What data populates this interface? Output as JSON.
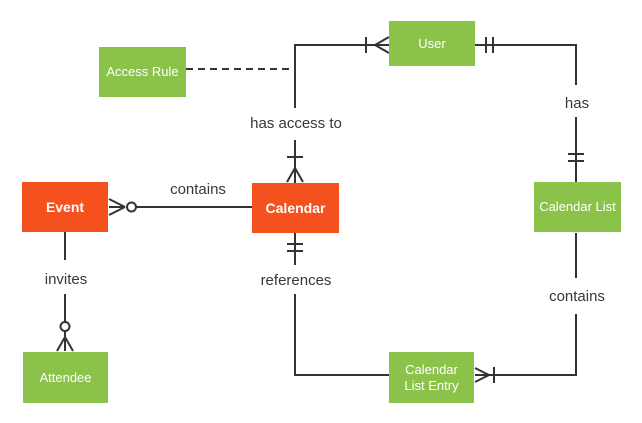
{
  "diagram": {
    "type": "entity-relationship-diagram",
    "notation_style": "crows-foot",
    "background": "#ffffff",
    "colors": {
      "entity_orange": "#F4511E",
      "entity_green": "#8BC34A",
      "entity_text": "#ffffff",
      "connector": "#333333",
      "label_text": "#383838"
    },
    "entities": [
      {
        "label": "Access Rule",
        "color": "green"
      },
      {
        "label": "User",
        "color": "green"
      },
      {
        "label": "Event",
        "color": "orange"
      },
      {
        "label": "Calendar",
        "color": "orange"
      },
      {
        "label": "Calendar List",
        "color": "green"
      },
      {
        "label": "Attendee",
        "color": "green"
      },
      {
        "label": "Calendar List Entry",
        "color": "green"
      }
    ],
    "relationships": [
      {
        "label": "has access to",
        "from": "User",
        "to": "Calendar",
        "from_notation": "one-or-many",
        "to_notation": "one-or-many",
        "style": "solid"
      },
      {
        "label": "",
        "from": "Access Rule",
        "to": "has-access-to-line",
        "style": "dashed"
      },
      {
        "label": "contains",
        "from": "Calendar",
        "to": "Event",
        "to_notation": "zero-or-many",
        "style": "solid"
      },
      {
        "label": "invites",
        "from": "Event",
        "to": "Attendee",
        "to_notation": "zero-or-many",
        "style": "solid"
      },
      {
        "label": "has",
        "from": "User",
        "to": "Calendar List",
        "from_notation": "one-and-only-one",
        "to_notation": "one-and-only-one",
        "style": "solid"
      },
      {
        "label": "references",
        "from": "Calendar",
        "to": "Calendar List Entry",
        "from_notation": "one-and-only-one",
        "style": "solid"
      },
      {
        "label": "contains",
        "from": "Calendar List",
        "to": "Calendar List Entry",
        "to_notation": "one-or-many",
        "style": "solid"
      }
    ]
  }
}
